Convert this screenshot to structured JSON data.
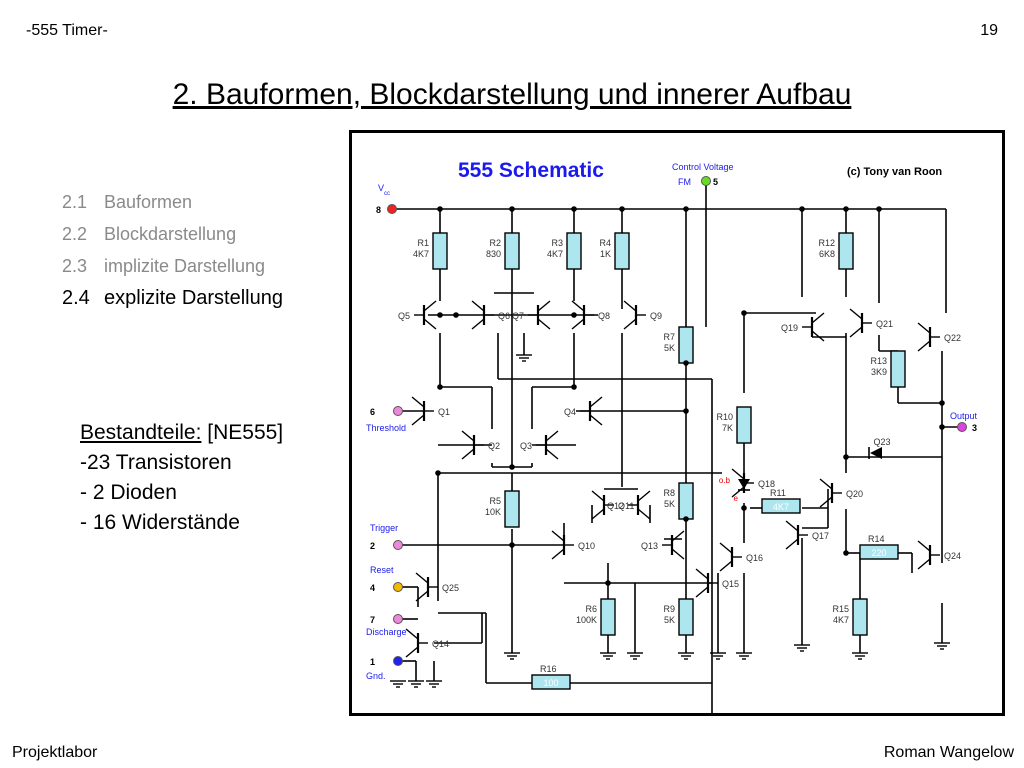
{
  "header": {
    "left": "-555 Timer-",
    "page_number": "19"
  },
  "title": "2. Bauformen, Blockdarstellung und innerer Aufbau",
  "toc": [
    {
      "num": "2.1",
      "label": "Bauformen",
      "active": false
    },
    {
      "num": "2.2",
      "label": "Blockdarstellung",
      "active": false
    },
    {
      "num": "2.3",
      "label": "implizite Darstellung",
      "active": false
    },
    {
      "num": "2.4",
      "label": "explizite Darstellung",
      "active": true
    }
  ],
  "parts": {
    "head_label": "Bestandteile:",
    "head_value": "[NE555]",
    "items": [
      "-23 Transistoren",
      "- 2 Dioden",
      "- 16 Widerstände"
    ]
  },
  "footer": {
    "left": "Projektlabor",
    "right": "Roman Wangelow"
  },
  "schematic": {
    "title": "555 Schematic",
    "credit": "(c) Tony van Roon",
    "colors": {
      "title": "#1a1aee",
      "pin_label": "#1a1aee",
      "component": "#aee6f0",
      "vcc_pin": "#ee2222",
      "cv_pin": "#66dd22",
      "reset_pin": "#f5b800",
      "threshold_pin": "#ee88dd",
      "output_pin": "#dd44dd",
      "gnd_pin": "#2222ee",
      "diode_label": "#ee0000"
    },
    "pins": {
      "vcc": "V",
      "vcc_sub": "cc",
      "vcc_num": "8",
      "cv_label": "Control Voltage",
      "cv_fm": "FM",
      "cv_num": "5",
      "threshold_num": "6",
      "threshold_label": "Threshold",
      "trigger_label": "Trigger",
      "trigger_num": "2",
      "reset_label": "Reset",
      "reset_num": "4",
      "discharge_num": "7",
      "discharge_label": "Discharge",
      "gnd_num": "1",
      "gnd_label": "Gnd.",
      "output_label": "Output",
      "output_num": "3"
    },
    "resistors": [
      {
        "name": "R1",
        "value": "4K7"
      },
      {
        "name": "R2",
        "value": "830"
      },
      {
        "name": "R3",
        "value": "4K7"
      },
      {
        "name": "R4",
        "value": "1K"
      },
      {
        "name": "R5",
        "value": "10K"
      },
      {
        "name": "R6",
        "value": "100K"
      },
      {
        "name": "R7",
        "value": "5K"
      },
      {
        "name": "R8",
        "value": "5K"
      },
      {
        "name": "R9",
        "value": "5K"
      },
      {
        "name": "R10",
        "value": "7K"
      },
      {
        "name": "R11",
        "value": "4K7"
      },
      {
        "name": "R12",
        "value": "6K8"
      },
      {
        "name": "R13",
        "value": "3K9"
      },
      {
        "name": "R14",
        "value": "220"
      },
      {
        "name": "R15",
        "value": "4K7"
      },
      {
        "name": "R16",
        "value": "100"
      }
    ],
    "transistors": [
      "Q1",
      "Q2",
      "Q3",
      "Q4",
      "Q5",
      "Q6",
      "Q7",
      "Q8",
      "Q9",
      "Q10",
      "Q11",
      "Q12",
      "Q13",
      "Q14",
      "Q15",
      "Q16",
      "Q17",
      "Q18",
      "Q19",
      "Q20",
      "Q21",
      "Q22",
      "Q23",
      "Q24",
      "Q25"
    ],
    "diode_labels": {
      "top": "o.b",
      "bottom": "e"
    }
  }
}
